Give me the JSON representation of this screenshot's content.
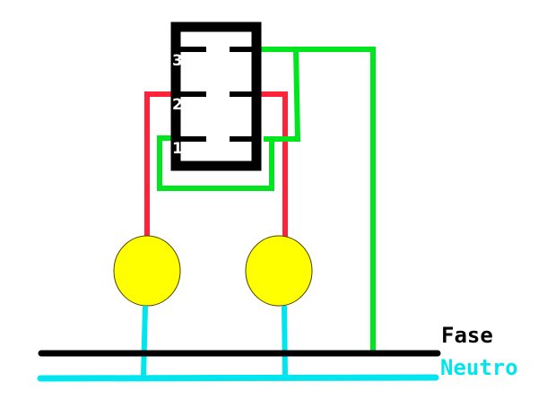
{
  "terminals": [
    "1",
    "2",
    "3"
  ],
  "labels": {
    "fase": "Fase",
    "neutro": "Neutro"
  },
  "colors": {
    "switch_body": "#000000",
    "return_wire": "#00e61e",
    "lamp_wire": "#ff2238",
    "lamp": "#ffff00",
    "fase": "#000000",
    "neutro": "#00e5ee"
  }
}
